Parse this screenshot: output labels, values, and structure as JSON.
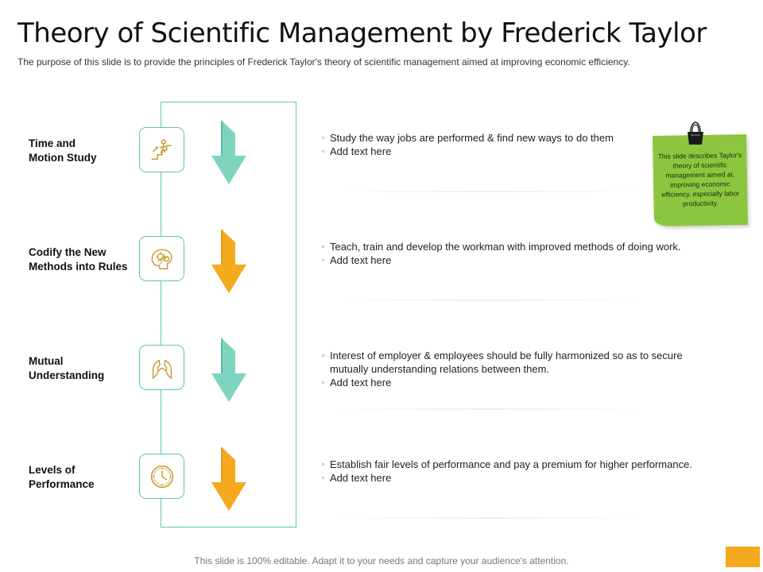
{
  "title": "Theory of Scientific Management by Frederick Taylor",
  "subtitle": "The purpose of this slide is to provide the principles of Frederick Taylor's theory of scientific management aimed at improving economic efficiency.",
  "colors": {
    "teal": "#5cc6b2",
    "arrow_teal": "#7fd4c0",
    "arrow_orange": "#f5a91c",
    "note_green": "#8cc63f",
    "icon_gold": "#c79a2b"
  },
  "rows": [
    {
      "label_lines": [
        "Time and",
        "Motion Study"
      ],
      "icon": "stairs-progress-icon",
      "arrow_color": "teal",
      "bullets": [
        "Study the way jobs are performed & find new ways to do them",
        "Add text here"
      ]
    },
    {
      "label_lines": [
        "Codify the New",
        "Methods into Rules"
      ],
      "icon": "brain-gears-icon",
      "arrow_color": "orange",
      "bullets": [
        "Teach, train and develop the workman with improved methods of doing work.",
        "Add text here"
      ]
    },
    {
      "label_lines": [
        "Mutual",
        "Understanding"
      ],
      "icon": "hands-icon",
      "arrow_color": "teal",
      "bullets": [
        "Interest of employer & employees should be fully harmonized so as to secure mutually understanding relations between them.",
        "Add text here"
      ]
    },
    {
      "label_lines": [
        "Levels of",
        "Performance"
      ],
      "icon": "clock-icon",
      "arrow_color": "orange",
      "bullets": [
        "Establish fair levels of performance and pay a premium for higher performance.",
        "Add text here"
      ]
    }
  ],
  "note": {
    "text": "This slide describes Taylor's theory of scientific management aimed at, improving economic efficiency, especially labor productivity."
  },
  "footer": "This slide is 100% editable. Adapt it to your needs and capture your audience's attention."
}
